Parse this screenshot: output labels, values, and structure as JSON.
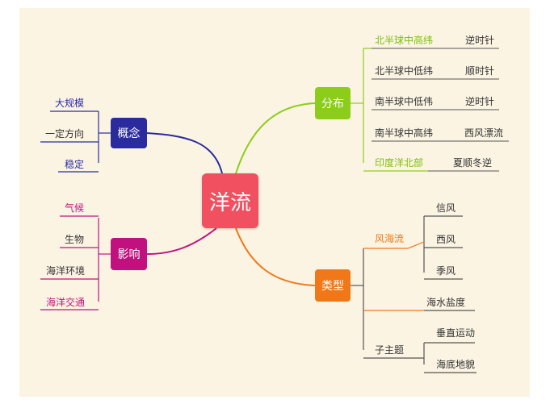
{
  "center": {
    "label": "洋流",
    "color": "#f0505f"
  },
  "branches": {
    "concept": {
      "label": "概念",
      "color": "#2b2ba0",
      "items": [
        "大规模",
        "一定方向",
        "稳定"
      ]
    },
    "impact": {
      "label": "影响",
      "color": "#c0117e",
      "items": [
        "气候",
        "生物",
        "海洋环境",
        "海洋交通"
      ]
    },
    "distribution": {
      "label": "分布",
      "color": "#8ccd1a",
      "items": [
        {
          "label": "北半球中高纬",
          "value": "逆时针"
        },
        {
          "label": "北半球中低纬",
          "value": "顺时针"
        },
        {
          "label": "南半球中低伟",
          "value": "逆时针"
        },
        {
          "label": "南半球中高纬",
          "value": "西风漂流"
        },
        {
          "label": "印度洋北部",
          "value": "夏顺冬逆"
        }
      ]
    },
    "types": {
      "label": "类型",
      "color": "#f07818",
      "groups": [
        {
          "label": "风海流",
          "items": [
            "信风",
            "西风",
            "季风"
          ]
        },
        {
          "label": "海水盐度",
          "items": []
        },
        {
          "label": "子主题",
          "items": [
            "垂直运动",
            "海底地貌"
          ]
        }
      ]
    }
  }
}
